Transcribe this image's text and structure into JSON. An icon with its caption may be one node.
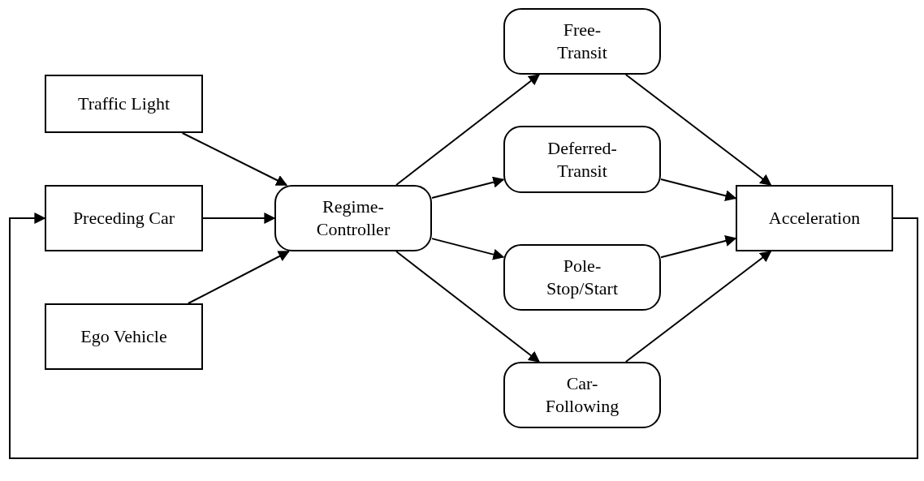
{
  "diagram": {
    "nodes": [
      {
        "text": [
          "Traffic Light"
        ]
      },
      {
        "text": [
          "Preceding Car"
        ]
      },
      {
        "text": [
          "Ego Vehicle"
        ]
      },
      {
        "text": [
          "Regime- Controller"
        ]
      },
      {
        "text": [
          "Free- Transit"
        ]
      },
      {
        "text": [
          "Deferred- Transit"
        ]
      },
      {
        "text": [
          "Pole- Stop/Start"
        ]
      },
      {
        "text": [
          "Car- Following"
        ]
      },
      {
        "text": [
          "Acceleration"
        ]
      }
    ],
    "edges": [
      {
        "from": 0,
        "to": 3,
        "arrow": "to"
      },
      {
        "from": 1,
        "to": 3,
        "arrow": "to"
      },
      {
        "from": 2,
        "to": 3,
        "arrow": "to"
      },
      {
        "from": 3,
        "to": 4,
        "arrow": "to"
      },
      {
        "from": 3,
        "to": 5,
        "arrow": "to"
      },
      {
        "from": 3,
        "to": 6,
        "arrow": "to"
      },
      {
        "from": 3,
        "to": 7,
        "arrow": "to"
      },
      {
        "from": 4,
        "to": 8,
        "arrow": "to"
      },
      {
        "from": 5,
        "to": 8,
        "arrow": "to"
      },
      {
        "from": 6,
        "to": 8,
        "arrow": "to"
      },
      {
        "from": 7,
        "to": 8,
        "arrow": "to"
      },
      {
        "from": 8,
        "to": 1,
        "arrow": "to"
      }
    ]
  }
}
